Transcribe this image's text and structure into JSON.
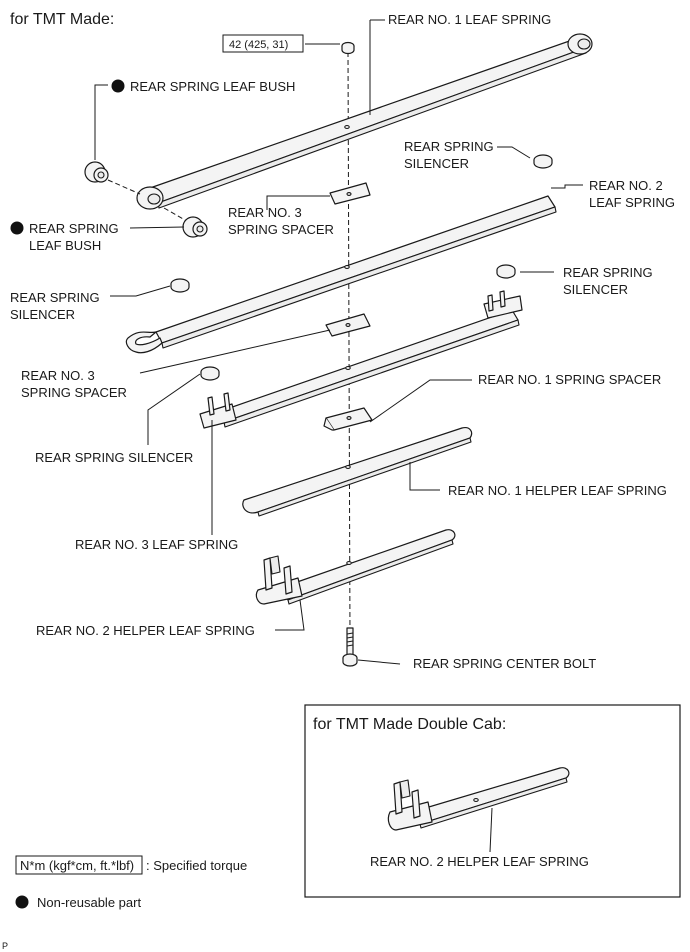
{
  "headings": {
    "main": "for TMT Made:",
    "inset": "for TMT Made Double Cab:"
  },
  "torque_value": "42 (425, 31)",
  "labels": {
    "rear_no1_leaf_spring": "REAR NO. 1 LEAF SPRING",
    "bush_top": "REAR SPRING LEAF BUSH",
    "bush_left_1": "REAR SPRING",
    "bush_left_2": "LEAF BUSH",
    "silencer_a_1": "REAR SPRING",
    "silencer_a_2": "SILENCER",
    "no2_leaf_1": "REAR NO. 2",
    "no2_leaf_2": "LEAF SPRING",
    "no3_spacer_a_1": "REAR NO. 3",
    "no3_spacer_a_2": "SPRING SPACER",
    "silencer_b_1": "REAR SPRING",
    "silencer_b_2": "SILENCER",
    "silencer_c_1": "REAR SPRING",
    "silencer_c_2": "SILENCER",
    "no3_spacer_b_1": "REAR NO. 3",
    "no3_spacer_b_2": "SPRING SPACER",
    "no1_spacer": "REAR NO. 1 SPRING SPACER",
    "silencer_d": "REAR SPRING SILENCER",
    "no1_helper": "REAR NO. 1 HELPER LEAF SPRING",
    "no3_leaf": "REAR NO. 3 LEAF SPRING",
    "no2_helper": "REAR NO. 2 HELPER LEAF SPRING",
    "center_bolt": "REAR SPRING CENTER BOLT",
    "no2_helper_inset": "REAR NO. 2 HELPER LEAF SPRING"
  },
  "legend": {
    "torque_unit": "N*m (kgf*cm, ft.*lbf)",
    "torque_desc": ": Specified torque",
    "nonreusable": "Non-reusable part"
  },
  "corner_mark": "P"
}
